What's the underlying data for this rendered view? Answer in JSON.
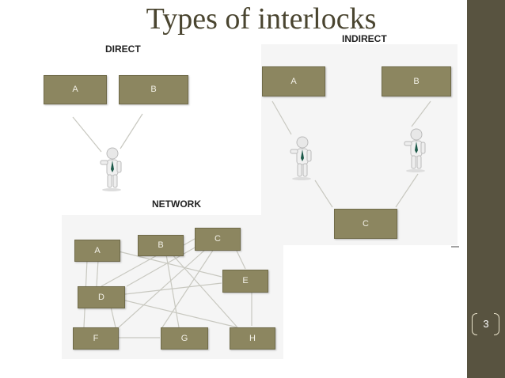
{
  "slide": {
    "title": "Types of interlocks",
    "page_number": "3"
  },
  "direct": {
    "heading": "DIRECT",
    "nodes": [
      "A",
      "B"
    ]
  },
  "indirect": {
    "heading": "INDIRECT",
    "nodes": [
      "A",
      "B",
      "C"
    ]
  },
  "network": {
    "heading": "NETWORK",
    "nodes": [
      "A",
      "B",
      "C",
      "D",
      "E",
      "F",
      "G",
      "H"
    ]
  },
  "colors": {
    "accent_bar": "#585340",
    "node_fill": "#8c8660",
    "title_text": "#4a4530"
  }
}
